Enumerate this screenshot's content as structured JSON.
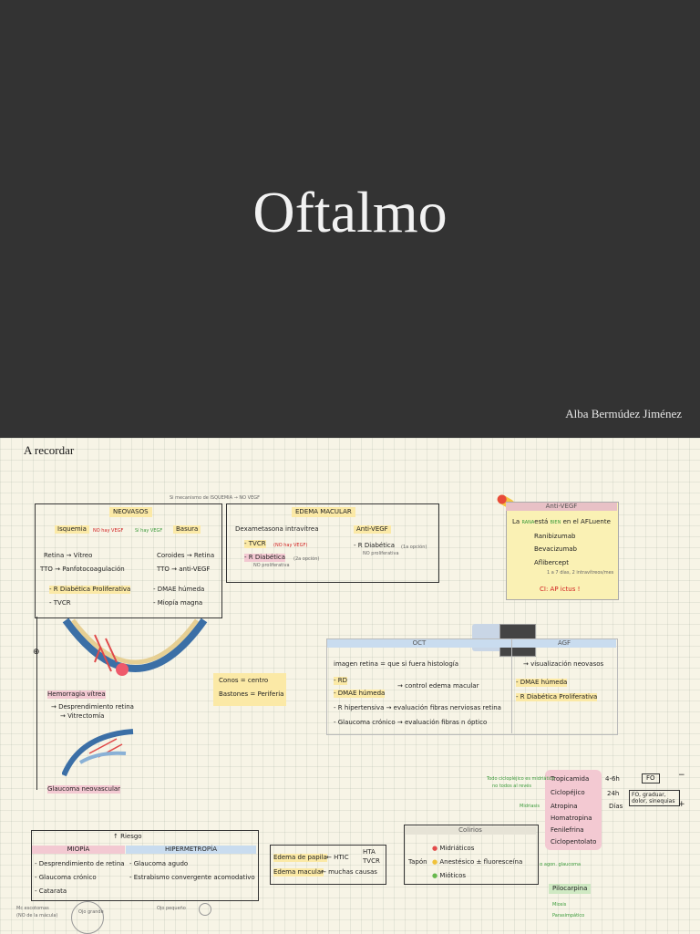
{
  "cover": {
    "title": "Oftalmo",
    "author": "Alba Bermúdez Jiménez"
  },
  "page": {
    "section_title": "A recordar",
    "top_note": "Si mecanismo de ISQUEMIA → NO VEGF",
    "neovasos": {
      "title": "NEOVASOS",
      "left_head": "Isquemia",
      "left_tag": "NO hay VEGF",
      "right_tag": "Sí hay VEGF",
      "right_head": "Basura",
      "left_line1": "Retina → Vítreo",
      "left_line2": "TTO → Panfotocoagulación",
      "right_line1": "Coroides → Retina",
      "right_line2": "TTO → anti-VEGF",
      "left_item1": "- R Diabética Proliferativa",
      "left_item2": "- TVCR",
      "right_item1": "- DMAE húmeda",
      "right_item2": "- Miopía magna"
    },
    "edema": {
      "title": "EDEMA MACULAR",
      "left_head": "Dexametasona intravítrea",
      "left_item1": "- TVCR",
      "left_item1_note": "(NO hay VEGF)",
      "left_item2": "- R Diabética",
      "left_item2_note": "(2a opción)",
      "left_sub": "NO proliferativa",
      "right_head": "Anti-VEGF",
      "right_item1": "- R Diabética",
      "right_item1_note": "(1a opción)",
      "right_sub": "NO proliferativa"
    },
    "eye_notes": {
      "hem": "Hemorragia vítrea",
      "hem_sub1": "→ Desprendimiento retina",
      "hem_sub2": "→ Vitrectomía",
      "glaucoma": "Glaucoma neovascular"
    },
    "conos": {
      "line1": "Conos = centro",
      "line2": "Bastones = Periferia"
    },
    "antivegf": {
      "header": "Anti-VEGF",
      "line1_a": "La",
      "line1_b": "RANA",
      "line1_c": "está",
      "line1_d": "BIEN",
      "line1_e": "en el",
      "line1_f": "AFLuente",
      "drug1": "Ranibizumab",
      "drug2": "Bevacizumab",
      "drug3": "Aflibercept",
      "drug3_sub": "1 a 7 días, 2 intravítreos/mes",
      "ci": "CI: AP ictus !"
    },
    "oct": {
      "header": "OCT",
      "lead": "imagen retina = que si fuera histología",
      "i1": "- RD",
      "i2": "- DMAE húmeda",
      "brace_note": "→ control edema macular",
      "i3": "- R hipertensiva → evaluación fibras nerviosas retina",
      "i4": "- Glaucoma crónico → evaluación fibras n óptico"
    },
    "agf": {
      "header": "AGF",
      "lead": "→ visualización neovasos",
      "i1": "- DMAE húmeda",
      "i2": "- R Diabética Proliferativa"
    },
    "riesgo": {
      "title": "↑ Riesgo",
      "miopia": "MIOPÍA",
      "hipermetropia": "HIPERMETROPÍA",
      "m1": "- Desprendimiento de retina",
      "m2": "- Glaucoma crónico",
      "m3": "- Catarata",
      "h1": "- Glaucoma agudo",
      "h2": "- Estrabismo convergente acomodativo"
    },
    "edema_papila": {
      "l1a": "Edema de papila",
      "l1b": "← HTIC",
      "l1c": "HTA",
      "l1d": "TVCR",
      "l2a": "Edema macular",
      "l2b": "← muchas causas"
    },
    "colirios": {
      "header": "Colirios",
      "tapon": "Tapón",
      "c1": "Midriáticos",
      "c2": "Anestésico ± fluoresceína",
      "c3": "Mióticos"
    },
    "midriaticos": {
      "d1": "Tropicamida",
      "d2": "Ciclopéjico",
      "d3": "Atropina",
      "d4": "Homatropina",
      "d5": "Fenilefrina",
      "d6": "Ciclopentolato",
      "t1": "4-6h",
      "t2": "24h",
      "t3": "Días",
      "fo": "FO",
      "fo2": "FO, graduar, dolor, sinequias",
      "pilocarpina": "Pilocarpina",
      "side_note": "Todo ciclopléjico es midriático",
      "side_note2": "no todos al revés",
      "midr_label": "Midriasis",
      "agonista": "α agon. glaucoma",
      "miosis": "Miosis",
      "paras": "Parasimpático",
      "plus": "+",
      "minus": "−"
    },
    "footer": {
      "f1": "Mc escotomas",
      "f1b": "(NO de la mácula)",
      "f2": "Ojo grande",
      "f3": "Ojo pequeño"
    },
    "colors": {
      "yellow": "#fbe9a6",
      "pink": "#f3c9d2",
      "violet": "#dccdf0",
      "green": "#cfe9c3",
      "blue": "#c9dcef",
      "red": "#d12020"
    }
  }
}
